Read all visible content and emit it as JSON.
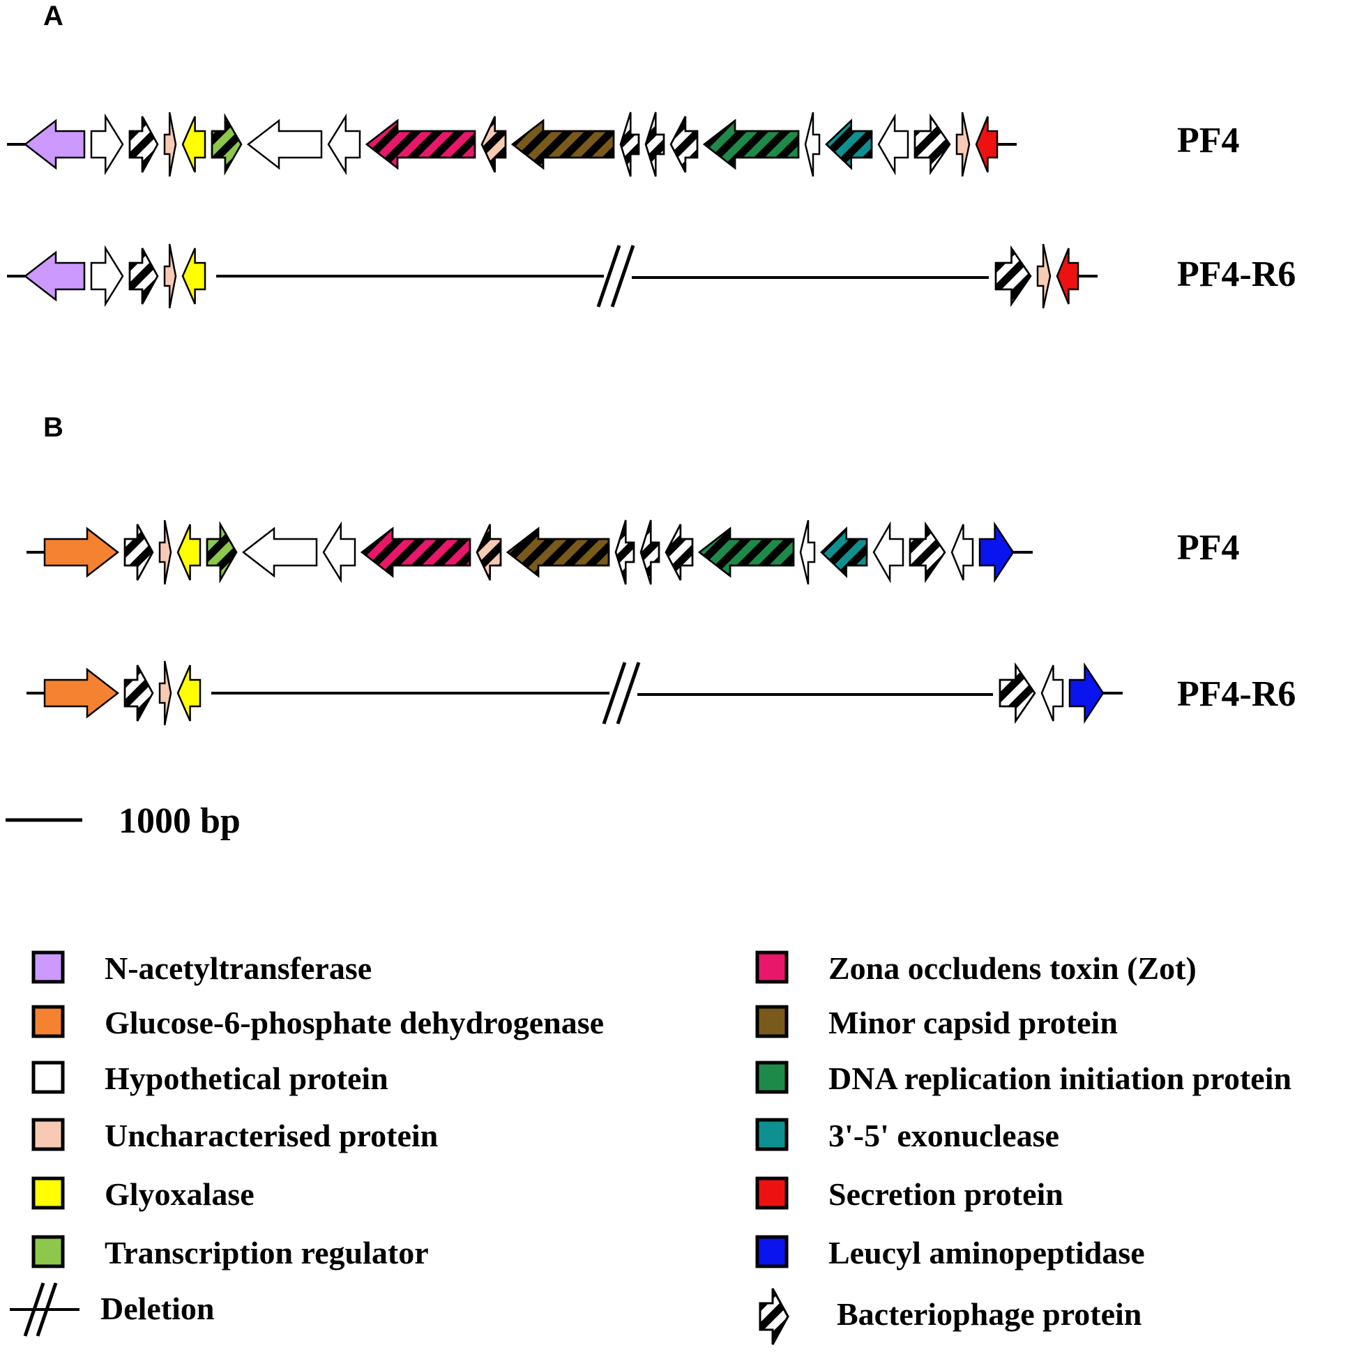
{
  "panels": [
    {
      "letter": "A",
      "tracks": [
        {
          "label": "PF4",
          "genes": [
            {
              "type": "n_acetyltransferase",
              "dir": -1,
              "len": 85,
              "bacteriophage": false
            },
            {
              "type": "hypothetical",
              "dir": 1,
              "len": 45,
              "bacteriophage": false
            },
            {
              "type": "hypothetical",
              "dir": 1,
              "len": 40,
              "bacteriophage": true
            },
            {
              "type": "uncharacterised",
              "dir": 1,
              "len": 16,
              "bacteriophage": false
            },
            {
              "type": "glyoxalase",
              "dir": -1,
              "len": 32,
              "bacteriophage": false
            },
            {
              "type": "transcription_regulator",
              "dir": 1,
              "len": 42,
              "bacteriophage": true
            },
            {
              "type": "hypothetical",
              "dir": -1,
              "len": 105,
              "bacteriophage": false
            },
            {
              "type": "hypothetical",
              "dir": -1,
              "len": 45,
              "bacteriophage": false
            },
            {
              "type": "zot",
              "dir": -1,
              "len": 155,
              "bacteriophage": true
            },
            {
              "type": "uncharacterised",
              "dir": -1,
              "len": 34,
              "bacteriophage": true
            },
            {
              "type": "minor_capsid",
              "dir": -1,
              "len": 145,
              "bacteriophage": true
            },
            {
              "type": "hypothetical",
              "dir": -1,
              "len": 26,
              "bacteriophage": true
            },
            {
              "type": "hypothetical",
              "dir": -1,
              "len": 26,
              "bacteriophage": true
            },
            {
              "type": "hypothetical",
              "dir": -1,
              "len": 38,
              "bacteriophage": true
            },
            {
              "type": "dna_replication",
              "dir": -1,
              "len": 135,
              "bacteriophage": true
            },
            {
              "type": "hypothetical",
              "dir": -1,
              "len": 20,
              "bacteriophage": false
            },
            {
              "type": "exonuclease",
              "dir": -1,
              "len": 65,
              "bacteriophage": true
            },
            {
              "type": "hypothetical",
              "dir": -1,
              "len": 42,
              "bacteriophage": false
            },
            {
              "type": "hypothetical",
              "dir": 1,
              "len": 50,
              "bacteriophage": true
            },
            {
              "type": "uncharacterised",
              "dir": 1,
              "len": 18,
              "bacteriophage": false
            },
            {
              "type": "secretion",
              "dir": -1,
              "len": 30,
              "bacteriophage": false
            }
          ]
        },
        {
          "label": "PF4-R6",
          "genes": [
            {
              "type": "n_acetyltransferase",
              "dir": -1,
              "len": 85,
              "bacteriophage": false
            },
            {
              "type": "hypothetical",
              "dir": 1,
              "len": 45,
              "bacteriophage": false
            },
            {
              "type": "hypothetical",
              "dir": 1,
              "len": 40,
              "bacteriophage": true
            },
            {
              "type": "uncharacterised",
              "dir": 1,
              "len": 16,
              "bacteriophage": false
            },
            {
              "type": "glyoxalase",
              "dir": -1,
              "len": 32,
              "bacteriophage": false
            },
            {
              "type": "deletion"
            },
            {
              "type": "hypothetical",
              "dir": 1,
              "len": 50,
              "bacteriophage": true
            },
            {
              "type": "uncharacterised",
              "dir": 1,
              "len": 18,
              "bacteriophage": false
            },
            {
              "type": "secretion",
              "dir": -1,
              "len": 30,
              "bacteriophage": false
            }
          ]
        }
      ]
    },
    {
      "letter": "B",
      "tracks": [
        {
          "label": "PF4",
          "genes": [
            {
              "type": "g6pd",
              "dir": 1,
              "len": 105,
              "bacteriophage": false
            },
            {
              "type": "hypothetical",
              "dir": 1,
              "len": 40,
              "bacteriophage": true
            },
            {
              "type": "uncharacterised",
              "dir": 1,
              "len": 16,
              "bacteriophage": false
            },
            {
              "type": "glyoxalase",
              "dir": -1,
              "len": 32,
              "bacteriophage": false
            },
            {
              "type": "transcription_regulator",
              "dir": 1,
              "len": 42,
              "bacteriophage": true
            },
            {
              "type": "hypothetical",
              "dir": -1,
              "len": 105,
              "bacteriophage": false
            },
            {
              "type": "hypothetical",
              "dir": -1,
              "len": 45,
              "bacteriophage": false
            },
            {
              "type": "zot",
              "dir": -1,
              "len": 155,
              "bacteriophage": true
            },
            {
              "type": "uncharacterised",
              "dir": -1,
              "len": 34,
              "bacteriophage": true
            },
            {
              "type": "minor_capsid",
              "dir": -1,
              "len": 145,
              "bacteriophage": true
            },
            {
              "type": "hypothetical",
              "dir": -1,
              "len": 26,
              "bacteriophage": true
            },
            {
              "type": "hypothetical",
              "dir": -1,
              "len": 26,
              "bacteriophage": true
            },
            {
              "type": "hypothetical",
              "dir": -1,
              "len": 38,
              "bacteriophage": true
            },
            {
              "type": "dna_replication",
              "dir": -1,
              "len": 135,
              "bacteriophage": true
            },
            {
              "type": "hypothetical",
              "dir": -1,
              "len": 20,
              "bacteriophage": false
            },
            {
              "type": "exonuclease",
              "dir": -1,
              "len": 65,
              "bacteriophage": true
            },
            {
              "type": "hypothetical",
              "dir": -1,
              "len": 42,
              "bacteriophage": false
            },
            {
              "type": "hypothetical",
              "dir": 1,
              "len": 50,
              "bacteriophage": true
            },
            {
              "type": "hypothetical",
              "dir": -1,
              "len": 30,
              "bacteriophage": false
            },
            {
              "type": "leucyl",
              "dir": 1,
              "len": 48,
              "bacteriophage": false
            }
          ]
        },
        {
          "label": "PF4-R6",
          "genes": [
            {
              "type": "g6pd",
              "dir": 1,
              "len": 105,
              "bacteriophage": false
            },
            {
              "type": "hypothetical",
              "dir": 1,
              "len": 40,
              "bacteriophage": true
            },
            {
              "type": "uncharacterised",
              "dir": 1,
              "len": 16,
              "bacteriophage": false
            },
            {
              "type": "glyoxalase",
              "dir": -1,
              "len": 32,
              "bacteriophage": false
            },
            {
              "type": "deletion"
            },
            {
              "type": "hypothetical",
              "dir": 1,
              "len": 50,
              "bacteriophage": true
            },
            {
              "type": "hypothetical",
              "dir": -1,
              "len": 30,
              "bacteriophage": false
            },
            {
              "type": "leucyl",
              "dir": 1,
              "len": 48,
              "bacteriophage": false
            }
          ]
        }
      ]
    }
  ],
  "scale_bar": {
    "label": "1000 bp",
    "bp": 1000
  },
  "gene_types": {
    "n_acetyltransferase": {
      "label": "N-acetyltransferase",
      "color": "#cc99ff"
    },
    "g6pd": {
      "label": "Glucose-6-phosphate dehydrogenase",
      "color": "#f58231"
    },
    "hypothetical": {
      "label": "Hypothetical protein",
      "color": "#ffffff"
    },
    "uncharacterised": {
      "label": "Uncharacterised protein",
      "color": "#f7cbb3"
    },
    "glyoxalase": {
      "label": "Glyoxalase",
      "color": "#ffff00"
    },
    "transcription_regulator": {
      "label": "Transcription regulator",
      "color": "#8cc84b"
    },
    "zot": {
      "label": "Zona occludens toxin (Zot)",
      "color": "#e8176a"
    },
    "minor_capsid": {
      "label": "Minor capsid protein",
      "color": "#7a5a1a"
    },
    "dna_replication": {
      "label": "DNA replication initiation protein",
      "color": "#1e8a4a"
    },
    "exonuclease": {
      "label": "3'-5' exonuclease",
      "color": "#0f9090"
    },
    "secretion": {
      "label": "Secretion protein",
      "color": "#ee1111"
    },
    "leucyl": {
      "label": "Leucyl aminopeptidase",
      "color": "#0a14ee"
    }
  },
  "legend": {
    "left": [
      {
        "kind": "swatch",
        "type": "n_acetyltransferase"
      },
      {
        "kind": "swatch",
        "type": "g6pd"
      },
      {
        "kind": "swatch",
        "type": "hypothetical"
      },
      {
        "kind": "swatch",
        "type": "uncharacterised"
      },
      {
        "kind": "swatch",
        "type": "glyoxalase"
      },
      {
        "kind": "swatch",
        "type": "transcription_regulator"
      },
      {
        "kind": "deletion",
        "label": "Deletion"
      }
    ],
    "right": [
      {
        "kind": "swatch",
        "type": "zot"
      },
      {
        "kind": "swatch",
        "type": "minor_capsid"
      },
      {
        "kind": "swatch",
        "type": "dna_replication"
      },
      {
        "kind": "swatch",
        "type": "exonuclease"
      },
      {
        "kind": "swatch",
        "type": "secretion"
      },
      {
        "kind": "swatch",
        "type": "leucyl"
      },
      {
        "kind": "bacteriophage",
        "label": "Bacteriophage protein"
      }
    ]
  }
}
